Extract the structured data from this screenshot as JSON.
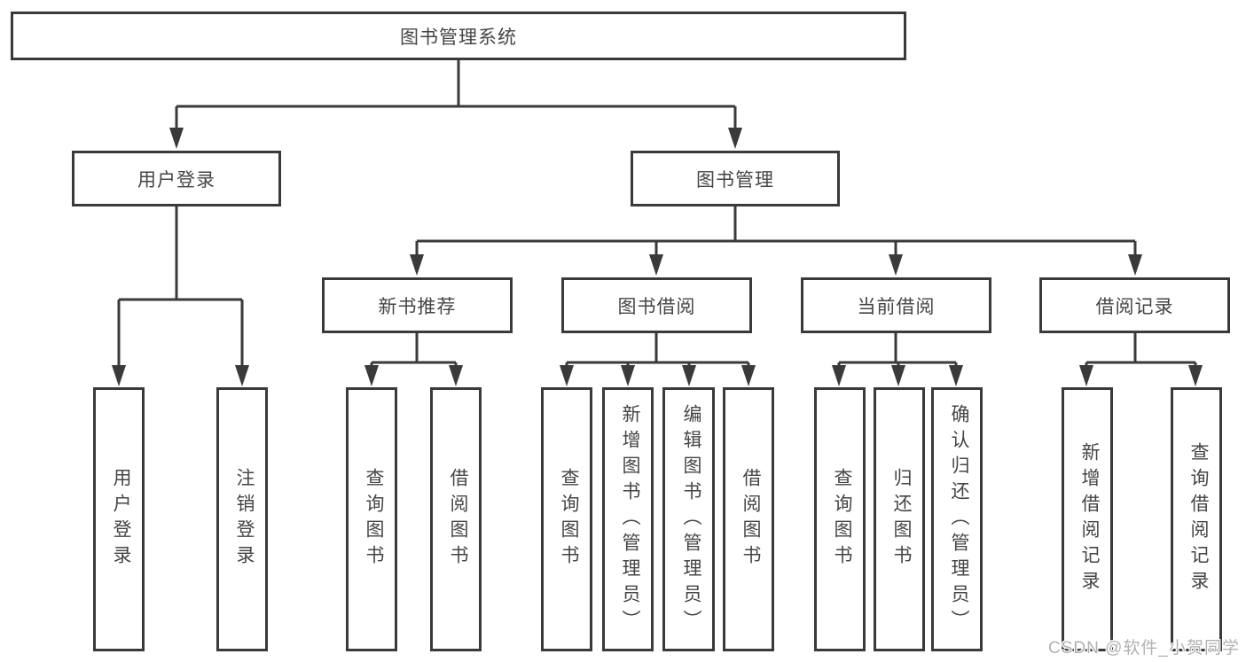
{
  "tree": {
    "root": {
      "label": "图书管理系统",
      "children": [
        {
          "label": "用户登录",
          "children": [
            {
              "label": "用户登录"
            },
            {
              "label": "注销登录"
            }
          ]
        },
        {
          "label": "图书管理",
          "children": [
            {
              "label": "新书推荐",
              "children": [
                {
                  "label": "查询图书"
                },
                {
                  "label": "借阅图书"
                }
              ]
            },
            {
              "label": "图书借阅",
              "children": [
                {
                  "label": "查询图书"
                },
                {
                  "label": "新增图书（管理员）"
                },
                {
                  "label": "编辑图书（管理员）"
                },
                {
                  "label": "借阅图书"
                }
              ]
            },
            {
              "label": "当前借阅",
              "children": [
                {
                  "label": "查询图书"
                },
                {
                  "label": "归还图书"
                },
                {
                  "label": "确认归还（管理员）"
                }
              ]
            },
            {
              "label": "借阅记录",
              "children": [
                {
                  "label": "新增借阅记录"
                },
                {
                  "label": "查询借阅记录"
                }
              ]
            }
          ]
        }
      ]
    }
  },
  "watermark": {
    "text": "CSDN @软件_小贺同学"
  },
  "colors": {
    "line": "#3a3a3a",
    "text": "#454545",
    "watermark": "#b2b2b2",
    "background": "#ffffff"
  }
}
